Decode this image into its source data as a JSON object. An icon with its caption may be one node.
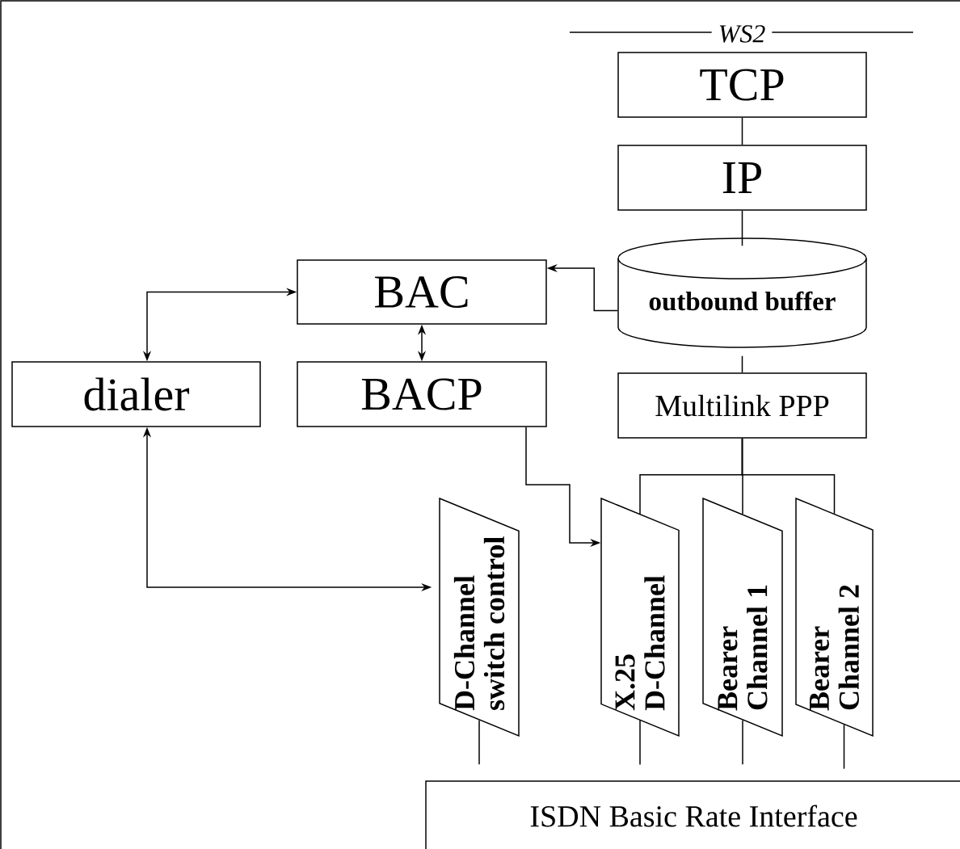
{
  "diagram": {
    "nodes": [
      {
        "text": [
          "TCP"
        ]
      },
      {
        "text": [
          "IP"
        ]
      },
      {
        "text": [
          "outbound buffer"
        ]
      },
      {
        "text": [
          "BAC"
        ]
      },
      {
        "text": [
          "dialer"
        ]
      },
      {
        "text": [
          "BACP"
        ]
      },
      {
        "text": [
          "Multilink PPP"
        ]
      },
      {
        "text": [
          "D-Channel switch control"
        ]
      },
      {
        "text": [
          "X.25 D-Channel"
        ]
      },
      {
        "text": [
          "Bearer Channel 1"
        ]
      },
      {
        "text": [
          "Bearer Channel 2"
        ]
      },
      {
        "text": [
          "ISDN Basic Rate Interface"
        ]
      }
    ],
    "edges": [
      {
        "from": 0,
        "to": 1,
        "arrow": "none"
      },
      {
        "from": 1,
        "to": 2,
        "arrow": "none"
      },
      {
        "from": 2,
        "to": 6,
        "arrow": "none"
      },
      {
        "from": 2,
        "to": 3,
        "arrow": "to"
      },
      {
        "from": 4,
        "to": 3,
        "arrow": "both"
      },
      {
        "from": 3,
        "to": 5,
        "arrow": "both"
      },
      {
        "from": 4,
        "to": 7,
        "arrow": "both"
      },
      {
        "from": 5,
        "to": 8,
        "arrow": "to"
      },
      {
        "from": 6,
        "to": 8,
        "arrow": "none"
      },
      {
        "from": 6,
        "to": 9,
        "arrow": "none"
      },
      {
        "from": 6,
        "to": 10,
        "arrow": "none"
      },
      {
        "from": 7,
        "to": 11,
        "arrow": "none"
      },
      {
        "from": 8,
        "to": 11,
        "arrow": "none"
      },
      {
        "from": 9,
        "to": 11,
        "arrow": "none"
      },
      {
        "from": 10,
        "to": 11,
        "arrow": "none"
      }
    ],
    "labels": [
      "WS2"
    ]
  }
}
